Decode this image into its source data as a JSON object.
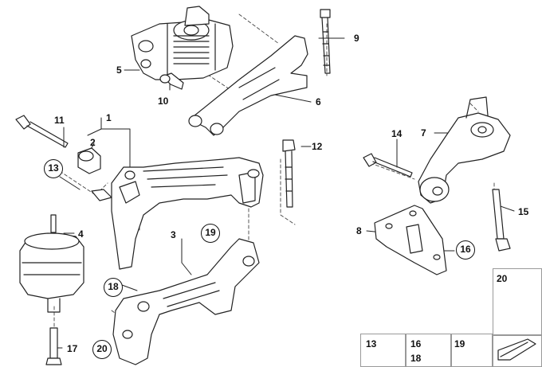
{
  "callouts": {
    "p1": "1",
    "p2": "2",
    "p3": "3",
    "p4": "4",
    "p5": "5",
    "p6": "6",
    "p7": "7",
    "p8": "8",
    "p9": "9",
    "p10": "10",
    "p11": "11",
    "p12": "12",
    "p13": "13",
    "p14": "14",
    "p15": "15",
    "p16": "16",
    "p17": "17",
    "p18": "18",
    "p19": "19",
    "p20": "20"
  },
  "legend": {
    "c13": "13",
    "c16": "16",
    "c18": "18",
    "c19": "19",
    "c20": "20"
  }
}
